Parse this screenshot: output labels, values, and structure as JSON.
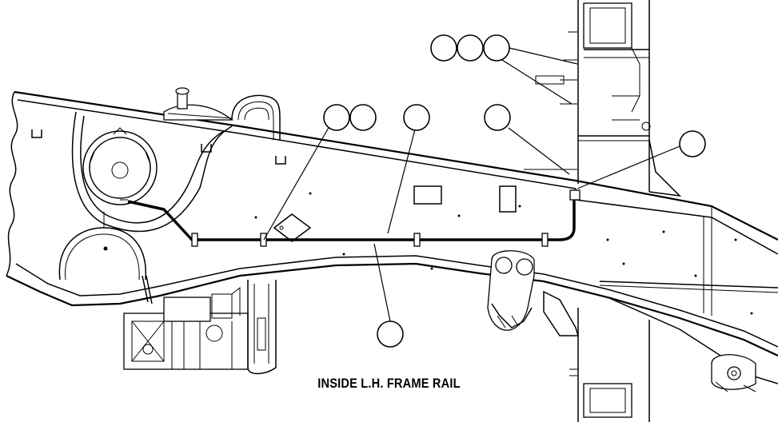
{
  "caption": "INSIDE L.H. FRAME RAIL",
  "callouts": [
    {
      "id": "callout-1",
      "label": ""
    },
    {
      "id": "callout-2",
      "label": ""
    },
    {
      "id": "callout-3",
      "label": ""
    },
    {
      "id": "callout-4",
      "label": ""
    },
    {
      "id": "callout-5",
      "label": ""
    },
    {
      "id": "callout-6",
      "label": ""
    },
    {
      "id": "callout-7",
      "label": ""
    },
    {
      "id": "callout-8",
      "label": ""
    },
    {
      "id": "callout-9",
      "label": ""
    }
  ],
  "colors": {
    "line": "#000000",
    "background": "#ffffff"
  }
}
